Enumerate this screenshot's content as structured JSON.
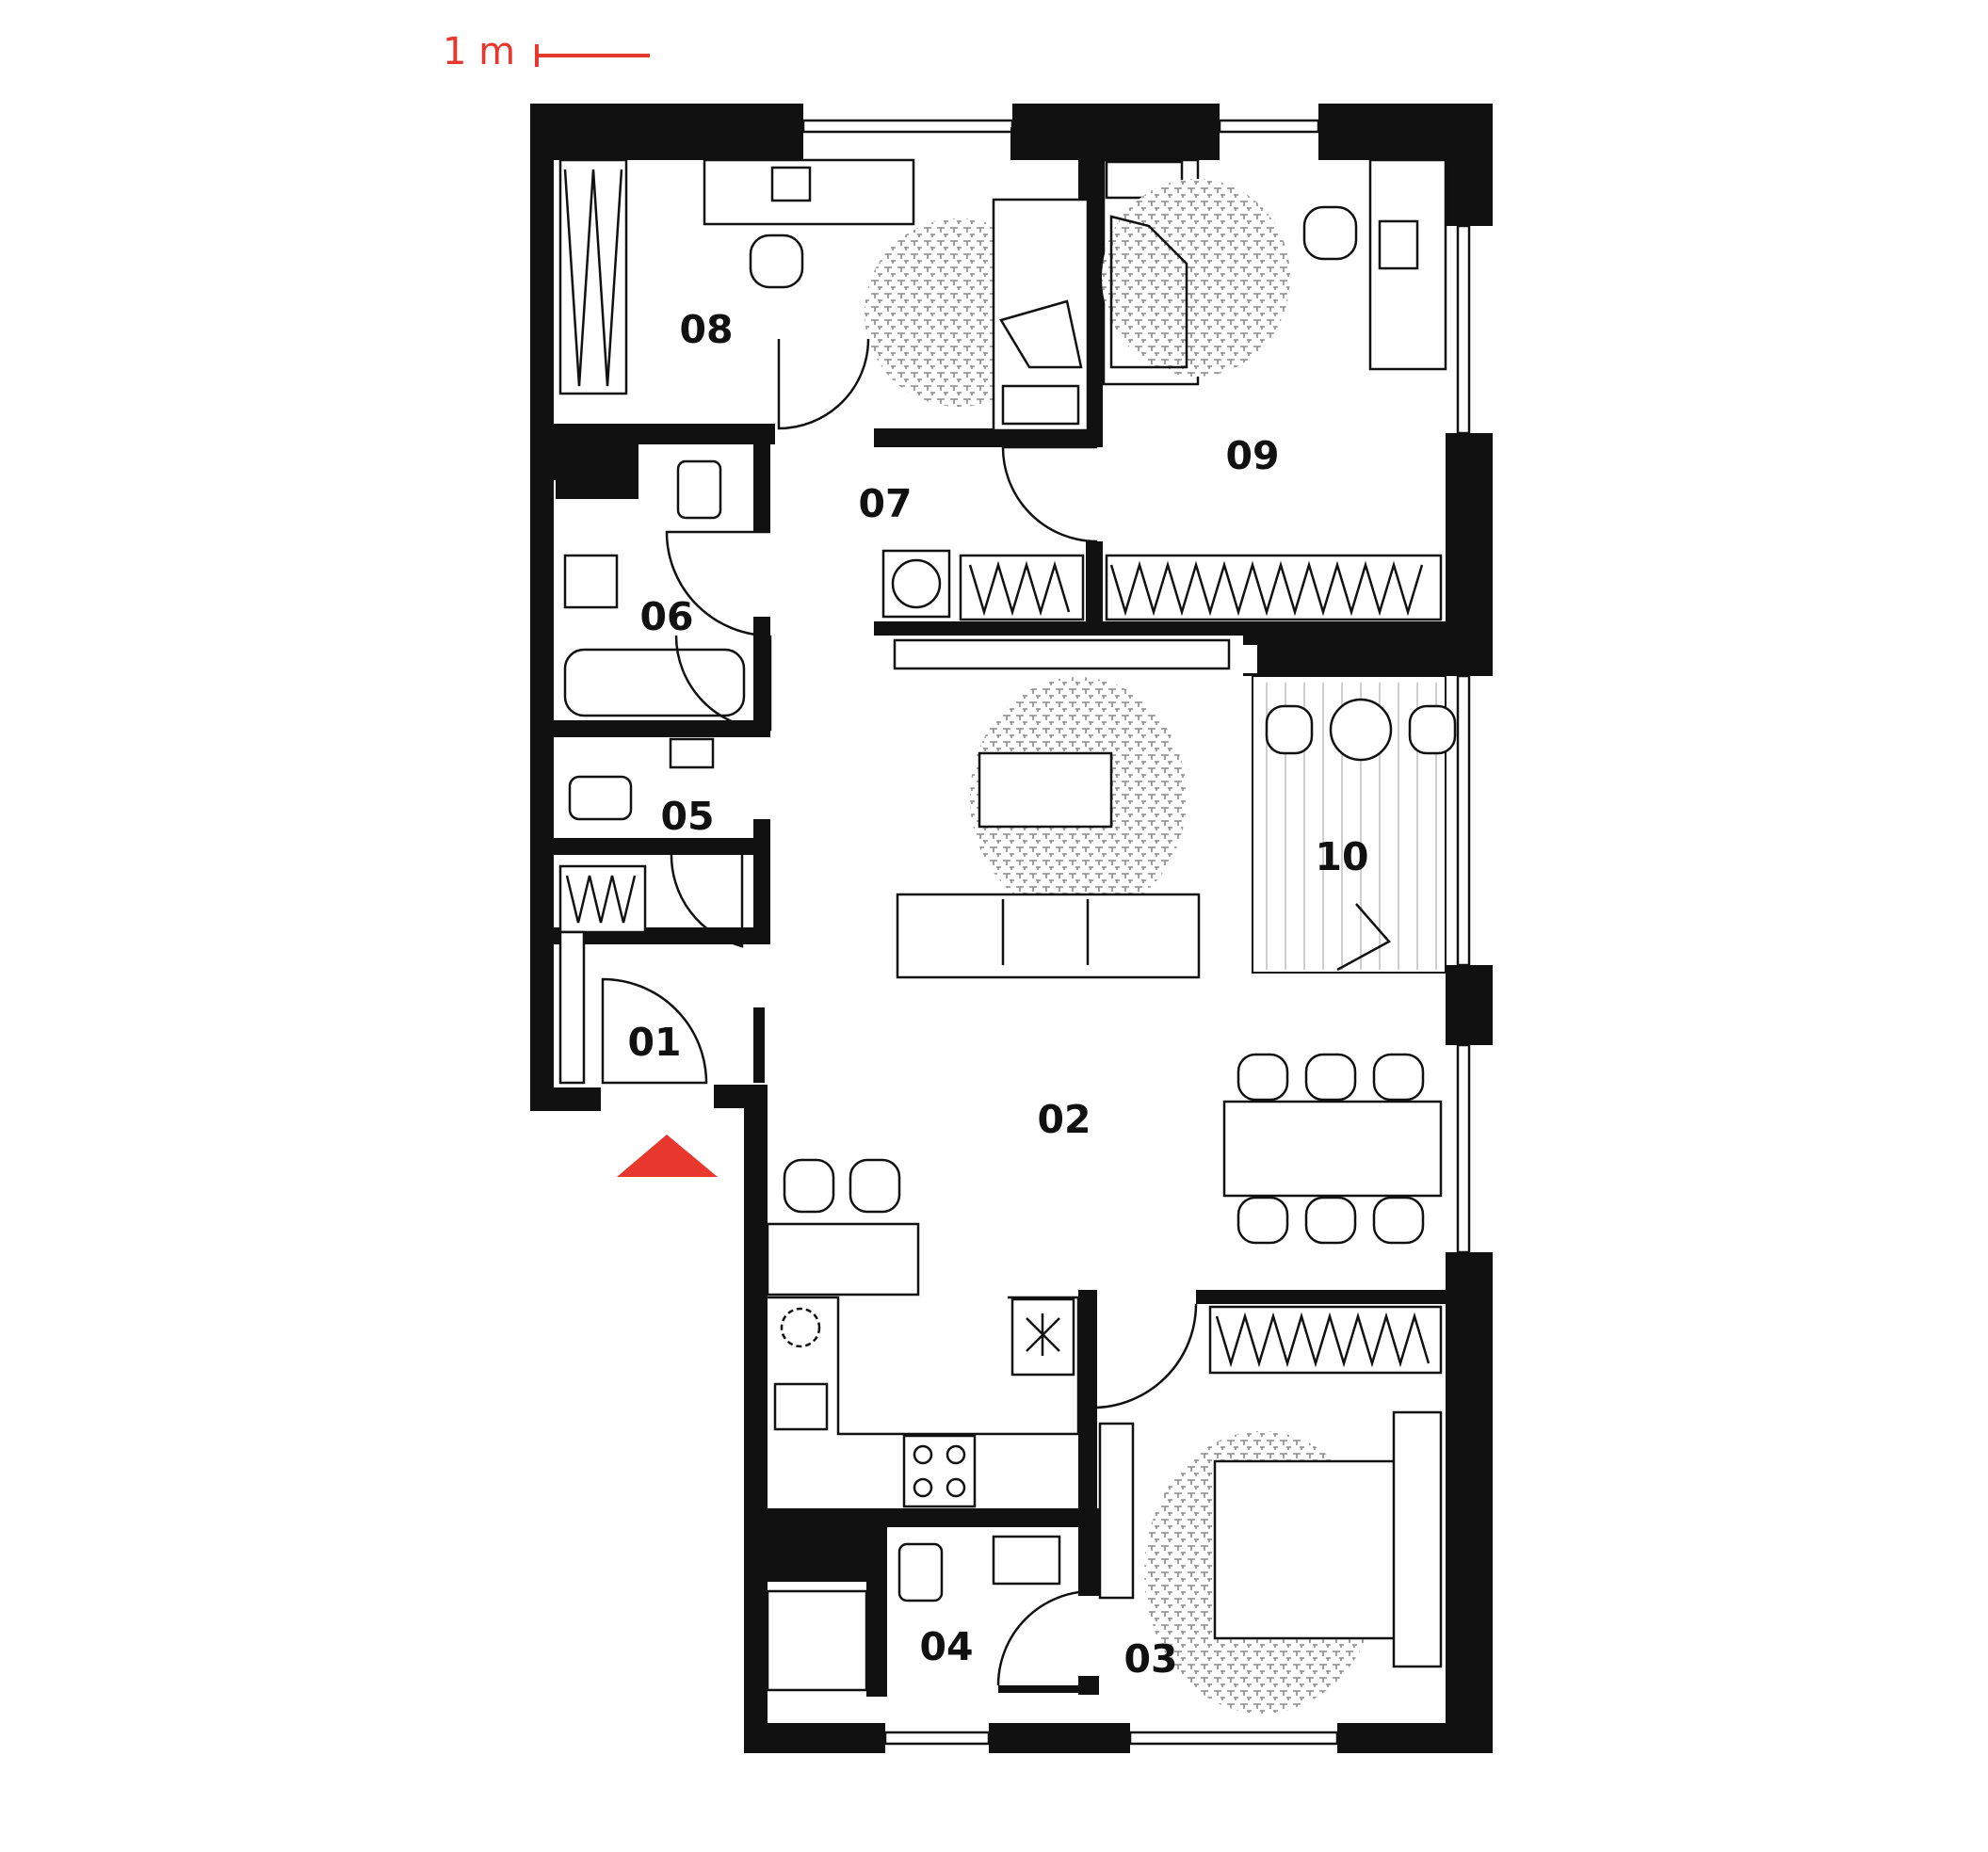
{
  "scale_bar": {
    "label": "1 m",
    "color": "#e8372c"
  },
  "entrance_marker": {
    "icon": "entrance-arrow-icon",
    "color": "#e8372c"
  },
  "rooms": [
    {
      "id": "01",
      "label": "01"
    },
    {
      "id": "02",
      "label": "02"
    },
    {
      "id": "03",
      "label": "03"
    },
    {
      "id": "04",
      "label": "04"
    },
    {
      "id": "05",
      "label": "05"
    },
    {
      "id": "06",
      "label": "06"
    },
    {
      "id": "07",
      "label": "07"
    },
    {
      "id": "08",
      "label": "08"
    },
    {
      "id": "09",
      "label": "09"
    },
    {
      "id": "10",
      "label": "10"
    }
  ],
  "colors": {
    "wall": "#111111",
    "background": "#ffffff",
    "accent": "#e8372c",
    "rug": "#8a8a8a"
  }
}
